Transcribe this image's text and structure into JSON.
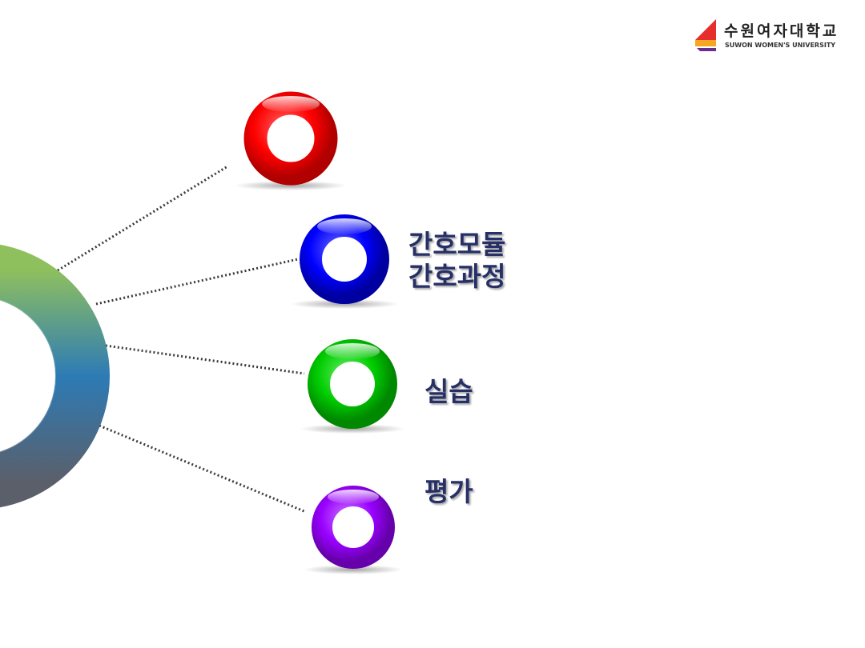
{
  "logo": {
    "name_kr": "수원여자대학교",
    "name_en": "SUWON WOMEN'S UNIVERSITY",
    "colors": {
      "red": "#e62e2d",
      "orange": "#f5a623",
      "purple": "#6b2c8f"
    }
  },
  "items": [
    {
      "color": "#ff0000",
      "line1": "",
      "line2": ""
    },
    {
      "color": "#0000ff",
      "line1": "간호모듈",
      "line2": "간호과정"
    },
    {
      "color": "#00cc00",
      "line1": "실습",
      "line2": ""
    },
    {
      "color": "#9900ff",
      "line1": "평가",
      "line2": ""
    }
  ],
  "hub": {
    "colors": [
      "#8fc05e",
      "#2d7bb5",
      "#5b5f6a"
    ]
  },
  "label_color": "#262f66",
  "connector_color": "#3a3a3a"
}
